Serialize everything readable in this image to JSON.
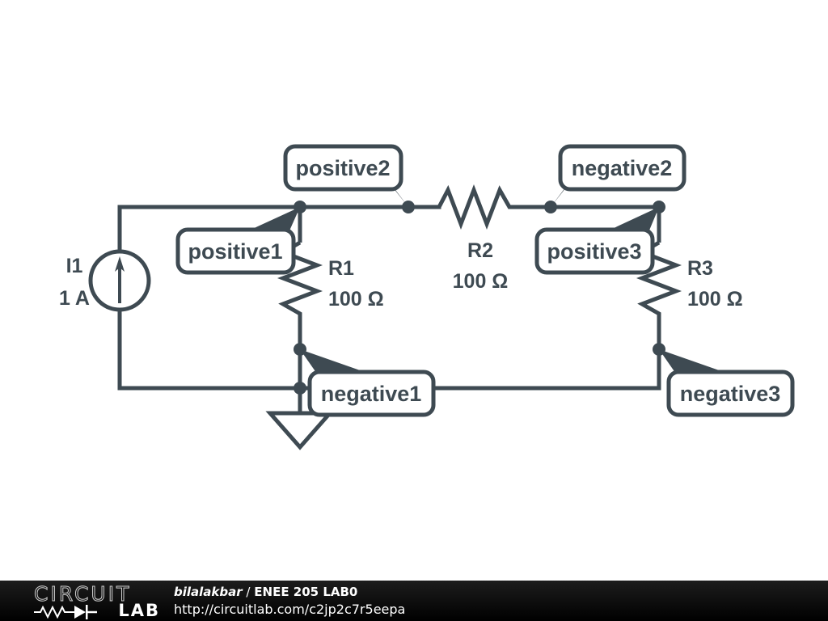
{
  "document": {
    "background_color": "#ffffff",
    "wire_color": "#3e4a52",
    "label_fill": "#ffffff",
    "footer_background": "#111111",
    "footer_text_color": "#ffffff"
  },
  "circuit": {
    "title": "ENEE 205 LAB0",
    "components": [
      {
        "id": "I1",
        "type": "current-source",
        "name": "I1",
        "value": "1 A",
        "name_label": "I1",
        "value_label": "1 A"
      },
      {
        "id": "R1",
        "type": "resistor",
        "name_label": "R1",
        "value_label": "100 Ω"
      },
      {
        "id": "R2",
        "type": "resistor",
        "name_label": "R2",
        "value_label": "100 Ω"
      },
      {
        "id": "R3",
        "type": "resistor",
        "name_label": "R3",
        "value_label": "100 Ω"
      },
      {
        "id": "GND",
        "type": "ground",
        "name_label": ""
      }
    ],
    "node_callouts": [
      {
        "id": "positive1",
        "label": "positive1"
      },
      {
        "id": "positive2",
        "label": "positive2"
      },
      {
        "id": "positive3",
        "label": "positive3"
      },
      {
        "id": "negative1",
        "label": "negative1"
      },
      {
        "id": "negative2",
        "label": "negative2"
      },
      {
        "id": "negative3",
        "label": "negative3"
      }
    ]
  },
  "footer": {
    "logo": {
      "word_top": "CIRCUIT",
      "word_bottom": "LAB",
      "symbol_name": "resistor-diode-icon"
    },
    "username": "bilalakbar",
    "separator": "/",
    "project": "ENEE 205 LAB0",
    "url": "http://circuitlab.com/c2jp2c7r5eepa"
  }
}
